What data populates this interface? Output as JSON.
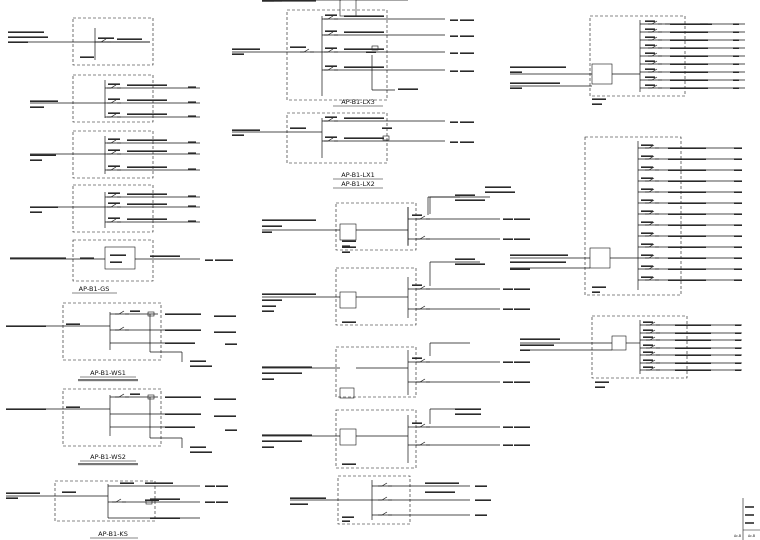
{
  "drawing": {
    "panel_titles": [
      {
        "id": "gs",
        "text": "AP-B1-GS"
      },
      {
        "id": "ws1",
        "text": "AP-B1-WS1"
      },
      {
        "id": "ws2",
        "text": "AP-B1-WS2"
      },
      {
        "id": "ks",
        "text": "AP-B1-KS"
      },
      {
        "id": "lx3",
        "text": "AP-B1-LX3"
      },
      {
        "id": "lx1",
        "text": "AP-B1-LX1"
      },
      {
        "id": "lx2",
        "text": "AP-B1-LX2"
      }
    ],
    "title_block": {
      "labels": [
        "Ac-B",
        "Ac-B"
      ]
    },
    "line_color": "#111111"
  }
}
